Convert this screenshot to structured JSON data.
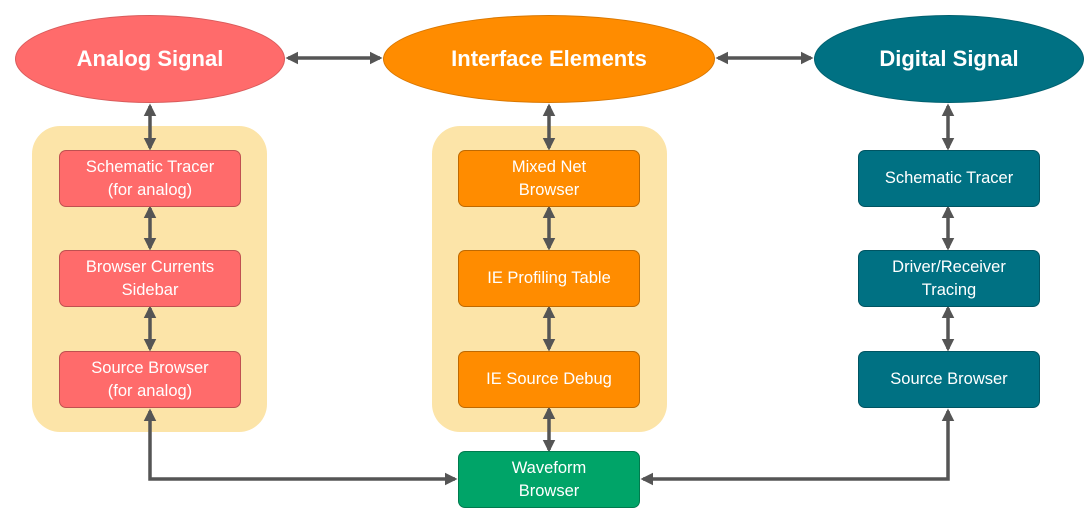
{
  "colors": {
    "analog": "#ff6b6b",
    "interface": "#ff8c00",
    "digital": "#007183",
    "waveform": "#00a468",
    "panel": "#fce4a8",
    "connector": "#555555"
  },
  "nodes": {
    "analog_signal": "Analog Signal",
    "interface_elements": "Interface Elements",
    "digital_signal": "Digital Signal",
    "analog_tracer": "Schematic Tracer\n(for analog)",
    "analog_currents": "Browser Currents\nSidebar",
    "analog_source": "Source Browser\n(for analog)",
    "mixed_net": "Mixed Net\nBrowser",
    "ie_profiling": "IE Profiling Table",
    "ie_source_debug": "IE Source Debug",
    "digital_tracer": "Schematic Tracer",
    "driver_receiver": "Driver/Receiver\nTracing",
    "digital_source": "Source Browser",
    "waveform": "Waveform\nBrowser"
  }
}
